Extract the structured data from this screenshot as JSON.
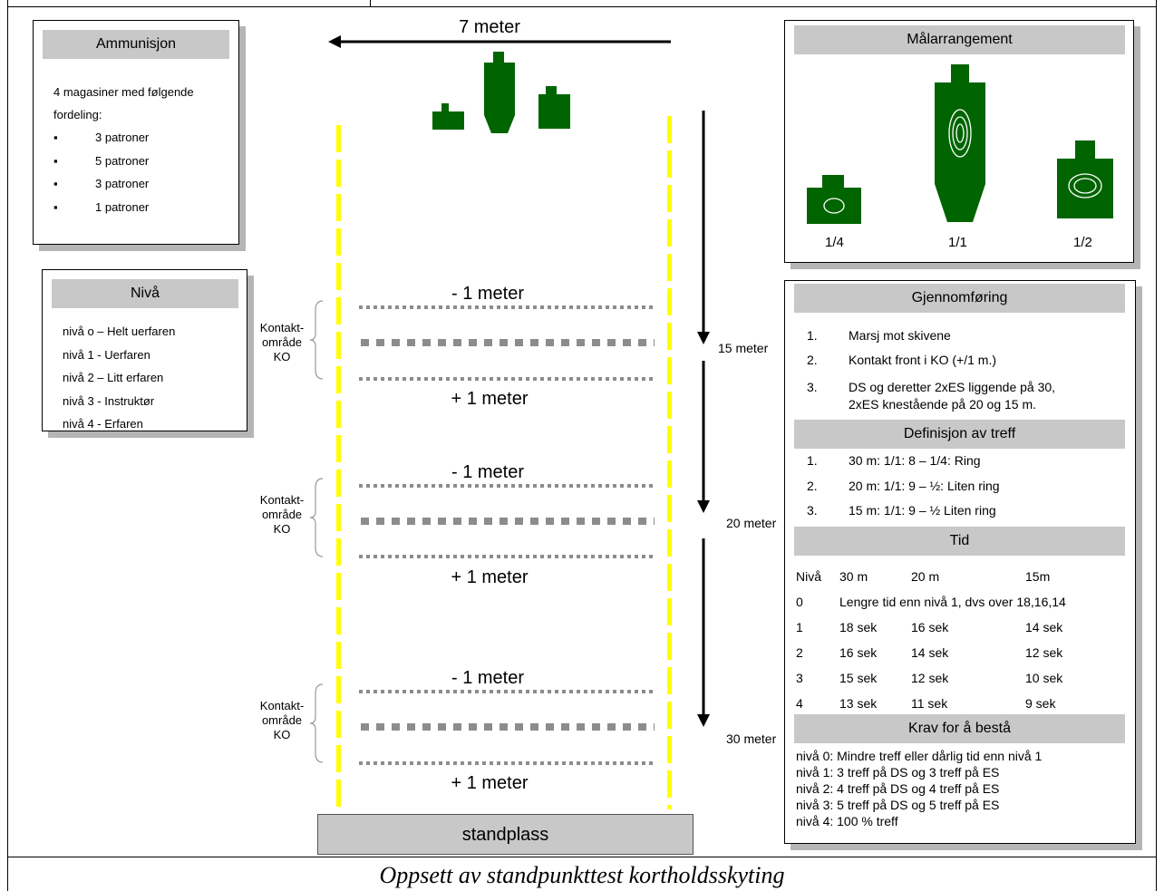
{
  "ammunition": {
    "title": "Ammunisjon",
    "intro_line1": "4 magasiner med følgende",
    "intro_line2": "fordeling:",
    "items": [
      "3 patroner",
      "5 patroner",
      "3 patroner",
      "1 patroner"
    ]
  },
  "level": {
    "title": "Nivå",
    "items": [
      "nivå o – Helt uerfaren",
      "nivå 1 - Uerfaren",
      "nivå 2 – Litt erfaren",
      "nivå 3 - Instruktør",
      "nivå 4 - Erfaren"
    ]
  },
  "range": {
    "top_distance": "7 meter",
    "zones": [
      {
        "minus": "- 1 meter",
        "plus": "+ 1 meter",
        "kontakt": [
          "Kontakt-",
          "område",
          "KO"
        ],
        "distance": "15 meter"
      },
      {
        "minus": "- 1 meter",
        "plus": "+ 1 meter",
        "kontakt": [
          "Kontakt-",
          "område",
          "KO"
        ],
        "distance": "20 meter"
      },
      {
        "minus": "- 1 meter",
        "plus": "+ 1 meter",
        "kontakt": [
          "Kontakt-",
          "område",
          "KO"
        ],
        "distance": "30 meter"
      }
    ],
    "standplass": "standplass"
  },
  "targets": {
    "title": "Målarrangement",
    "labels": [
      "1/4",
      "1/1",
      "1/2"
    ]
  },
  "execution": {
    "title": "Gjennomføring",
    "steps": [
      {
        "num": "1.",
        "text": "Marsj mot skivene"
      },
      {
        "num": "2.",
        "text": "Kontakt front i KO (+/1 m.)"
      },
      {
        "num": "3.",
        "text": "DS og deretter 2xES liggende på 30,",
        "text2": "2xES knestående på 20 og 15 m."
      }
    ],
    "definition_title": "Definisjon av treff",
    "definitions": [
      {
        "num": "1.",
        "text": "30 m: 1/1: 8 – 1/4: Ring"
      },
      {
        "num": "2.",
        "text": "20 m: 1/1: 9 – ½: Liten ring"
      },
      {
        "num": "3.",
        "text": "15 m: 1/1: 9 – ½ Liten ring"
      }
    ],
    "time_title": "Tid",
    "time_header": [
      "Nivå",
      "30 m",
      "20 m",
      "15m"
    ],
    "time_row0": {
      "level": "0",
      "text": "Lengre tid enn nivå 1, dvs over 18,16,14"
    },
    "time_rows": [
      [
        "1",
        "18 sek",
        "16 sek",
        "14 sek"
      ],
      [
        "2",
        "16 sek",
        "14 sek",
        "12 sek"
      ],
      [
        "3",
        "15 sek",
        "12 sek",
        "10 sek"
      ],
      [
        "4",
        "13 sek",
        "11 sek",
        "9 sek"
      ]
    ],
    "pass_title": "Krav for å bestå",
    "pass_lines": [
      "nivå 0: Mindre treff eller dårlig tid enn nivå 1",
      "nivå 1: 3 treff på DS og 3 treff på ES",
      "nivå 2: 4 treff på DS og 4 treff på ES",
      "nivå 3: 5 treff på DS og 5 treff på ES",
      "nivå 4: 100 % treff"
    ]
  },
  "caption": "Oppsett av standpunkttest kortholdsskyting",
  "colors": {
    "target_green": "#006400",
    "lane_yellow": "#ffff00",
    "header_gray": "#c8c8c8",
    "dots_gray": "#8c8c8c"
  }
}
